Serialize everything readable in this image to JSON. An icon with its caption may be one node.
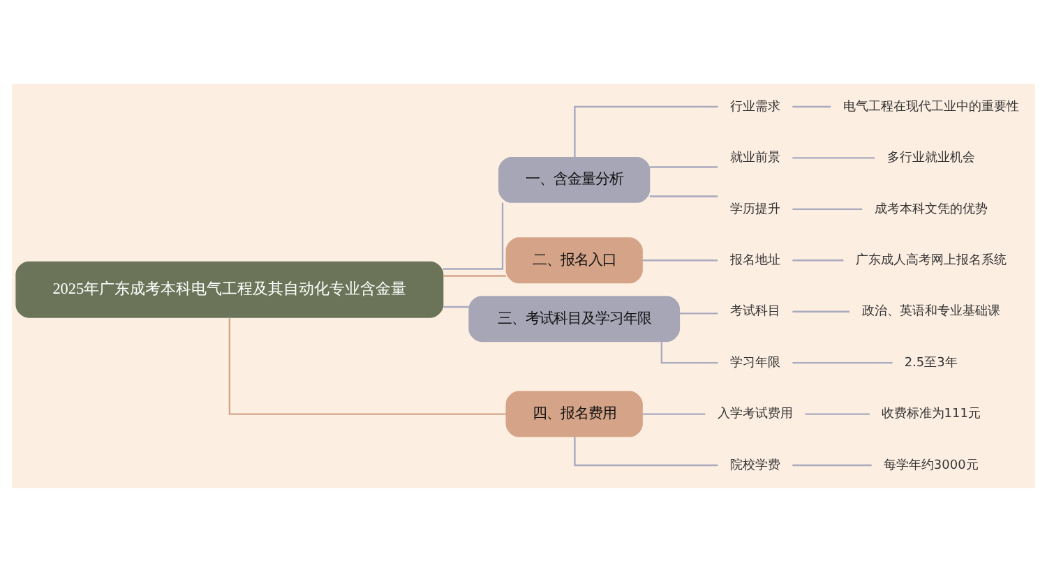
{
  "diagram": {
    "nodes": [
      {
        "text": [
          "2025年广东成考本科电气工程及其自动化专业含金量"
        ]
      },
      {
        "text": [
          "一、含金量分析"
        ]
      },
      {
        "text": [
          "行业需求"
        ]
      },
      {
        "text": [
          "电气工程在现代工业中的重要性"
        ]
      },
      {
        "text": [
          "就业前景"
        ]
      },
      {
        "text": [
          "多行业就业机会"
        ]
      },
      {
        "text": [
          "学历提升"
        ]
      },
      {
        "text": [
          "成考本科文凭的优势"
        ]
      },
      {
        "text": [
          "二、报名入口"
        ]
      },
      {
        "text": [
          "报名地址"
        ]
      },
      {
        "text": [
          "广东成人高考网上报名系统"
        ]
      },
      {
        "text": [
          "三、考试科目及学习年限"
        ]
      },
      {
        "text": [
          "考试科目"
        ]
      },
      {
        "text": [
          "政治、英语和专业基础课"
        ]
      },
      {
        "text": [
          "学习年限"
        ]
      },
      {
        "text": [
          "2.5至3年"
        ]
      },
      {
        "text": [
          "四、报名费用"
        ]
      },
      {
        "text": [
          "入学考试费用"
        ]
      },
      {
        "text": [
          "收费标准为111元"
        ]
      },
      {
        "text": [
          "院校学费"
        ]
      },
      {
        "text": [
          "每学年约3000元"
        ]
      }
    ],
    "edges": [
      {
        "from": 0,
        "to": 1,
        "arrow": "none"
      },
      {
        "from": 1,
        "to": 2,
        "arrow": "none"
      },
      {
        "from": 2,
        "to": 3,
        "arrow": "none"
      },
      {
        "from": 1,
        "to": 4,
        "arrow": "none"
      },
      {
        "from": 4,
        "to": 5,
        "arrow": "none"
      },
      {
        "from": 1,
        "to": 6,
        "arrow": "none"
      },
      {
        "from": 6,
        "to": 7,
        "arrow": "none"
      },
      {
        "from": 0,
        "to": 8,
        "arrow": "none",
        "color": "#d6a58a"
      },
      {
        "from": 8,
        "to": 9,
        "arrow": "none"
      },
      {
        "from": 9,
        "to": 10,
        "arrow": "none"
      },
      {
        "from": 0,
        "to": 11,
        "arrow": "none"
      },
      {
        "from": 11,
        "to": 12,
        "arrow": "none"
      },
      {
        "from": 12,
        "to": 13,
        "arrow": "none"
      },
      {
        "from": 11,
        "to": 14,
        "arrow": "none"
      },
      {
        "from": 14,
        "to": 15,
        "arrow": "none"
      },
      {
        "from": 0,
        "to": 16,
        "arrow": "none",
        "color": "#d6a58a"
      },
      {
        "from": 16,
        "to": 17,
        "arrow": "none"
      },
      {
        "from": 17,
        "to": 18,
        "arrow": "none"
      },
      {
        "from": 16,
        "to": 19,
        "arrow": "none"
      },
      {
        "from": 19,
        "to": 20,
        "arrow": "none"
      }
    ]
  }
}
